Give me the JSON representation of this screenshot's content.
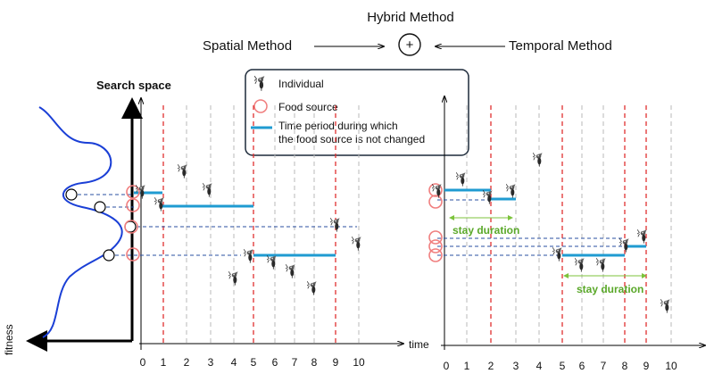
{
  "header": {
    "hybrid": "Hybrid Method",
    "spatial": "Spatial Method",
    "temporal": "Temporal Method",
    "plus": "+"
  },
  "legend": {
    "individual": "Individual",
    "food_source": "Food source",
    "time_period_line1": "Time period during which",
    "time_period_line2": "the food source is not changed"
  },
  "axes": {
    "search_space": "Search space",
    "fitness": "fitness",
    "time": "time"
  },
  "left_ticks": [
    "0",
    "1",
    "2",
    "3",
    "4",
    "5",
    "6",
    "7",
    "8",
    "9",
    "10"
  ],
  "right_ticks": [
    "0",
    "1",
    "2",
    "3",
    "4",
    "5",
    "6",
    "7",
    "8",
    "9",
    "10"
  ],
  "annotations": {
    "stay1": "stay duration",
    "stay2": "stay duration"
  },
  "colors": {
    "red_dash": "#e03030",
    "gray_dash": "#b8b8b8",
    "blue_bar": "#1f9bd1",
    "curve": "#1a3fd6",
    "food": "#f07e7e",
    "stay": "#7cc33b",
    "link": "#2a4fa0"
  }
}
